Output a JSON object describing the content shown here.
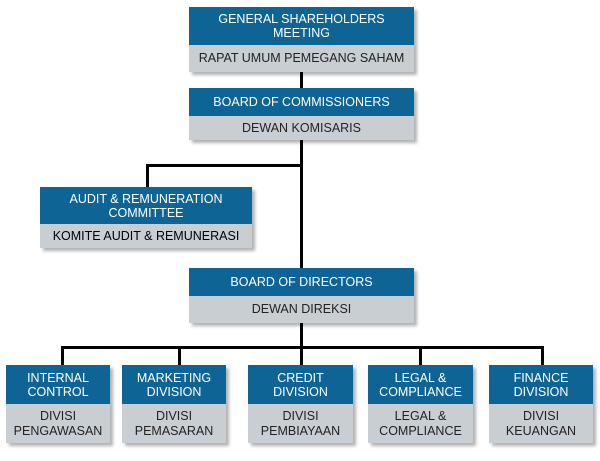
{
  "nodes": {
    "gsm": {
      "title": "GENERAL SHAREHOLDERS MEETING",
      "subtitle": "RAPAT UMUM PEMEGANG SAHAM"
    },
    "boc": {
      "title": "BOARD OF COMMISSIONERS",
      "subtitle": "DEWAN KOMISARIS"
    },
    "audit": {
      "title": "AUDIT & REMUNERATION COMMITTEE",
      "subtitle": "KOMITE AUDIT & REMUNERASI"
    },
    "bod": {
      "title": "BOARD OF DIRECTORS",
      "subtitle": "DEWAN DIREKSI"
    },
    "internal": {
      "title": "INTERNAL CONTROL",
      "subtitle": "DIVISI PENGAWASAN"
    },
    "marketing": {
      "title": "MARKETING DIVISION",
      "subtitle": "DIVISI PEMASARAN"
    },
    "credit": {
      "title": "CREDIT DIVISION",
      "subtitle": "DIVISI PEMBIAYAAN"
    },
    "legal": {
      "title": "LEGAL & COMPLIANCE",
      "subtitle": "LEGAL & COMPLIANCE"
    },
    "finance": {
      "title": "FINANCE DIVISION",
      "subtitle": "DIVISI KEUANGAN"
    }
  },
  "colors": {
    "header": "#0e6494",
    "body": "#c9ced3",
    "line": "#000000"
  }
}
